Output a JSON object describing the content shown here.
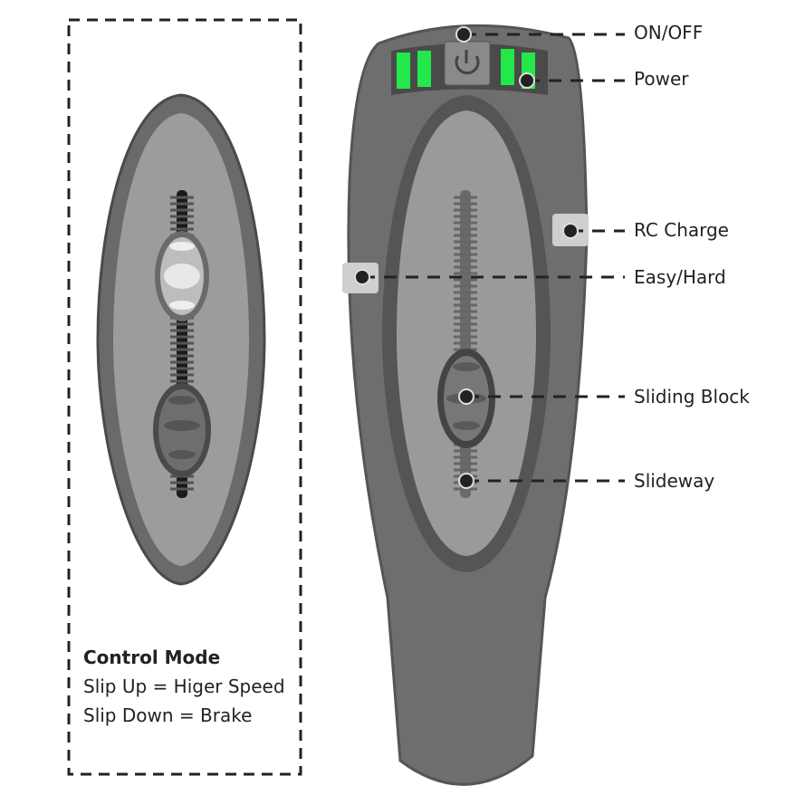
{
  "labels": {
    "on_off": "ON/OFF",
    "power": "Power",
    "rc_charge": "RC Charge",
    "easy_hard": "Easy/Hard",
    "sliding_block": "Sliding Block",
    "slideway": "Slideway"
  },
  "control_mode": {
    "title": "Control Mode",
    "line1": "Slip Up = Higer Speed",
    "line2": "Slip Down = Brake"
  },
  "colors": {
    "body": "#6e6e6e",
    "panel": "#9a9a9a",
    "led": "#22e84a"
  }
}
